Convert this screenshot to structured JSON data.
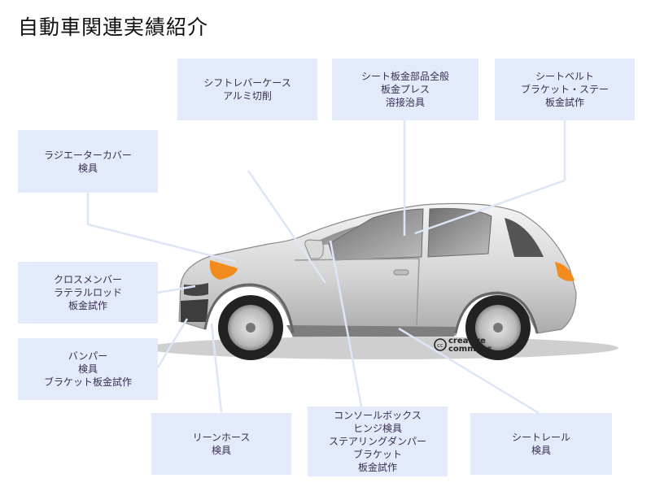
{
  "title": "自動車関連実績紹介",
  "labels": {
    "shift_lever": [
      "シフトレバーケース",
      "アルミ切削"
    ],
    "seat_panel": [
      "シート板金部品全般",
      "板金プレス",
      "溶接治具"
    ],
    "seatbelt": [
      "シートベルト",
      "ブラケット・ステー",
      "板金試作"
    ],
    "radiator": [
      "ラジエーターカバー",
      "検具"
    ],
    "cross_member": [
      "クロスメンバー",
      "ラテラルロッド",
      "板金試作"
    ],
    "bumper": [
      "バンパー",
      "検具",
      "ブラケット板金試作"
    ],
    "lean_hose": [
      "リーンホース",
      "検具"
    ],
    "console_box": [
      "コンソールボックス",
      "ヒンジ検具",
      "ステアリングダンパー",
      "ブラケット",
      "板金試作"
    ],
    "seat_rail": [
      "シートレール",
      "検具"
    ]
  },
  "cc_badge": {
    "cc": "cc",
    "line1": "creative",
    "line2": "commons"
  },
  "colors": {
    "box_bg": "#e3ebfb",
    "box_text": "#3a2d52",
    "leader": "#dde6f7",
    "headlight": "#f28a1e"
  }
}
